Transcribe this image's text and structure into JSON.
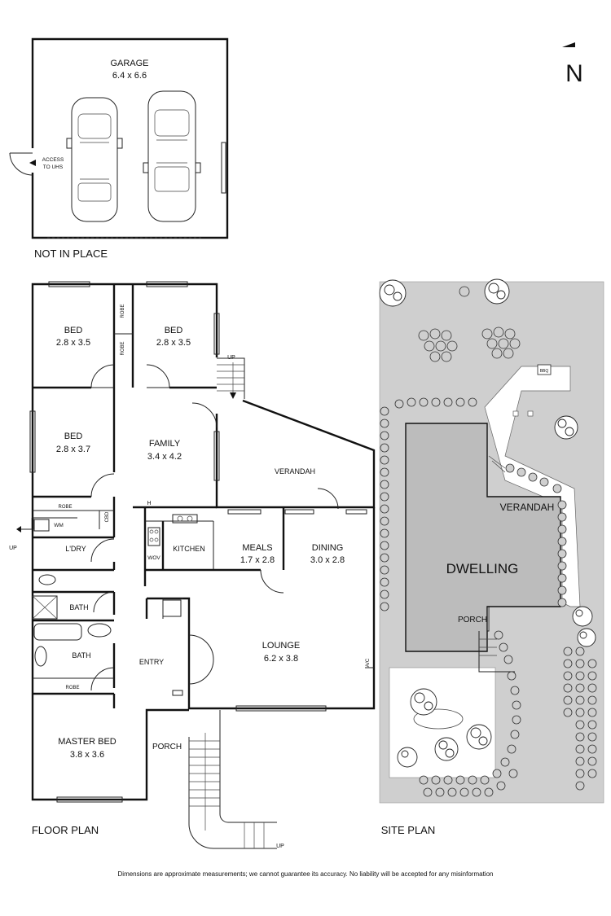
{
  "north_arrow": {
    "label": "N"
  },
  "garage": {
    "name": "GARAGE",
    "dims": "6.4 x 6.6",
    "access": [
      "ACCESS",
      "TO UHS"
    ],
    "status": "NOT IN PLACE"
  },
  "floor_plan": {
    "title": "FLOOR PLAN",
    "rooms": {
      "bed1": {
        "name": "BED",
        "dims": "2.8 x 3.5"
      },
      "bed2": {
        "name": "BED",
        "dims": "2.8 x 3.5"
      },
      "bed3": {
        "name": "BED",
        "dims": "2.8 x 3.7"
      },
      "family": {
        "name": "FAMILY",
        "dims": "3.4 x 4.2"
      },
      "verandah": {
        "name": "VERANDAH"
      },
      "kitchen": {
        "name": "KITCHEN"
      },
      "meals": {
        "name": "MEALS",
        "dims": "1.7 x 2.8"
      },
      "dining": {
        "name": "DINING",
        "dims": "3.0 x 2.8"
      },
      "laundry": {
        "name": "L'DRY"
      },
      "bath1": {
        "name": "BATH"
      },
      "bath2": {
        "name": "BATH"
      },
      "entry": {
        "name": "ENTRY"
      },
      "lounge": {
        "name": "LOUNGE",
        "dims": "6.2 x 3.8"
      },
      "master": {
        "name": "MASTER BED",
        "dims": "3.8 x 3.6"
      },
      "porch": {
        "name": "PORCH"
      }
    },
    "fixtures": {
      "robe": "ROBE",
      "wm": "WM",
      "cbd": "CBD",
      "wov": "WOV",
      "h": "H",
      "ac": "A/C",
      "up": "UP"
    }
  },
  "site_plan": {
    "title": "SITE PLAN",
    "dwelling": "DWELLING",
    "verandah": "VERANDAH",
    "porch": "PORCH",
    "bbq": "BBQ"
  },
  "disclaimer": "Dimensions are approximate measurements; we cannot guarantee its accuracy. No liability will be accepted for any misinformation"
}
